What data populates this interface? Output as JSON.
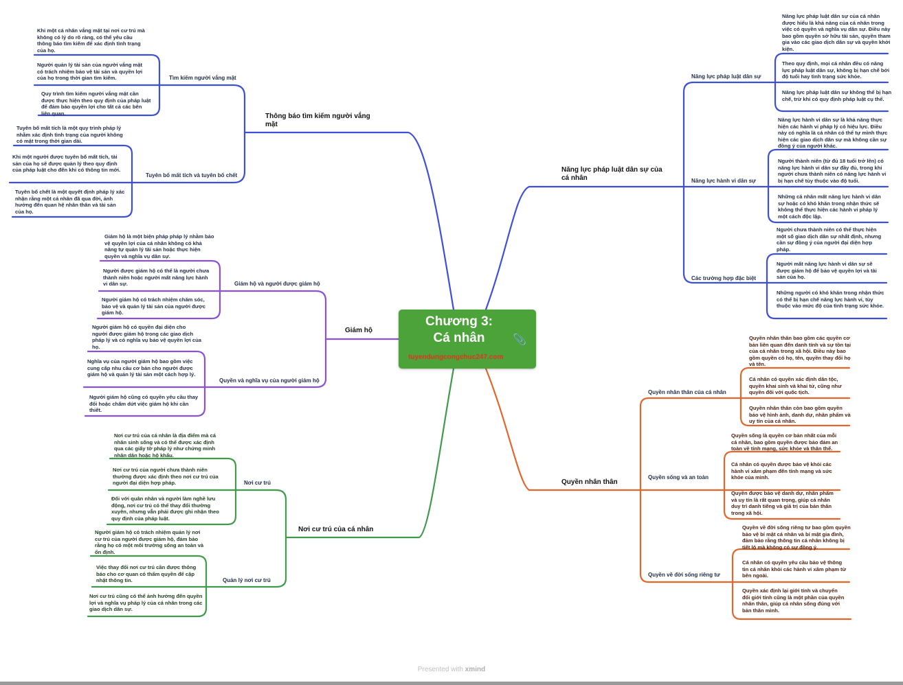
{
  "center": {
    "title_line1": "Chương 3:",
    "title_line2": "Cá nhân",
    "subtitle": "tuyendungcongchuc247.com",
    "icon": "paperclip-icon",
    "color": "#4ba33a"
  },
  "colors": {
    "blue": "#3d4fd8",
    "orange": "#e2662c",
    "purple": "#8a50d6",
    "green": "#3f9a4c"
  },
  "branches": {
    "b1": {
      "title": "Thông báo tìm kiếm người vắng mặt",
      "sub1": {
        "title": "Tìm kiếm người vắng mặt",
        "items": [
          "Khi một cá nhân vắng mặt tại nơi cư trú mà không có lý do rõ ràng, có thể yêu cầu thông báo tìm kiếm để xác định tình trạng của họ.",
          "Người quản lý tài sản của người vắng mặt có trách nhiệm bảo vệ tài sản và quyền lợi của họ trong thời gian tìm kiếm.",
          "Quy trình tìm kiếm người vắng mặt cần được thực hiện theo quy định của pháp luật để đảm bảo quyền lợi cho tất cả các bên liên quan."
        ]
      },
      "sub2": {
        "title": "Tuyên bố mất tích và tuyên bố chết",
        "items": [
          "Tuyên bố mất tích là một quy trình pháp lý nhằm xác định tình trạng của người không có mặt trong thời gian dài.",
          "Khi một người được tuyên bố mất tích, tài sản của họ sẽ được quản lý theo quy định của pháp luật cho đến khi có thông tin mới.",
          "Tuyên bố chết là một quyết định pháp lý xác nhận rằng một cá nhân đã qua đời, ảnh hưởng đến quan hệ nhân thân và tài sản của họ."
        ]
      }
    },
    "b2": {
      "title": "Giám hộ",
      "sub1": {
        "title": "Giám hộ và người được giám hộ",
        "items": [
          "Giám hộ là một biện pháp pháp lý nhằm bảo vệ quyền lợi của cá nhân không có khả năng tự quản lý tài sản hoặc thực hiện quyền và nghĩa vụ dân sự.",
          "Người được giám hộ có thể là người chưa thành niên hoặc người mất năng lực hành vi dân sự.",
          "Người giám hộ có trách nhiệm chăm sóc, bảo vệ và quản lý tài sản của người được giám hộ."
        ]
      },
      "sub2": {
        "title": "Quyền và nghĩa vụ của người giám hộ",
        "items": [
          "Người giám hộ có quyền đại diện cho người được giám hộ trong các giao dịch pháp lý và có nghĩa vụ bảo vệ quyền lợi của họ.",
          "Nghĩa vụ của người giám hộ bao gồm việc cung cấp nhu cầu cơ bản cho người được giám hộ và quản lý tài sản một cách hợp lý.",
          "Người giám hộ cũng có quyền yêu cầu thay đổi hoặc chấm dứt việc giám hộ khi cần thiết."
        ]
      }
    },
    "b3": {
      "title": "Nơi cư trú của cá nhân",
      "sub1": {
        "title": "Nơi cư trú",
        "items": [
          "Nơi cư trú của cá nhân là địa điểm mà cá nhân sinh sống và có thể được xác định qua các giấy tờ pháp lý như chứng minh nhân dân hoặc hộ khẩu.",
          "Nơi cư trú của người chưa thành niên thường được xác định theo nơi cư trú của người đại diện hợp pháp.",
          "Đối với quân nhân và người làm nghề lưu động, nơi cư trú có thể thay đổi thường xuyên, nhưng vẫn phải được ghi nhận theo quy định của pháp luật."
        ]
      },
      "sub2": {
        "title": "Quản lý nơi cư trú",
        "items": [
          "Người giám hộ có trách nhiệm quản lý nơi cư trú của người được giám hộ, đảm bảo rằng họ có một môi trường sống an toàn và ổn định.",
          "Việc thay đổi nơi cư trú cần được thông báo cho cơ quan có thẩm quyền để cập nhật thông tin.",
          "Nơi cư trú cũng có thể ảnh hưởng đến quyền lợi và nghĩa vụ pháp lý của cá nhân trong các giao dịch dân sự."
        ]
      }
    },
    "b4": {
      "title": "Năng lực pháp luật dân sự của cá nhân",
      "sub1": {
        "title": "Năng lực pháp luật dân sự",
        "items": [
          "Năng lực pháp luật dân sự của cá nhân được hiểu là khả năng của cá nhân trong việc có quyền và nghĩa vụ dân sự. Điều này bao gồm quyền sở hữu tài sản, quyền tham gia vào các giao dịch dân sự và quyền khởi kiện.",
          "Theo quy định, mọi cá nhân đều có năng lực pháp luật dân sự, không bị hạn chế bởi độ tuổi hay tình trạng sức khỏe.",
          "Năng lực pháp luật dân sự không thể bị hạn chế, trừ khi có quy định pháp luật cụ thể."
        ]
      },
      "sub2": {
        "title": "Năng lực hành vi dân sự",
        "items": [
          "Năng lực hành vi dân sự là khả năng thực hiện các hành vi pháp lý có hiệu lực. Điều này có nghĩa là cá nhân có thể tự mình thực hiện các giao dịch dân sự mà không cần sự đồng ý của người khác.",
          "Người thành niên (từ đủ 18 tuổi trở lên) có năng lực hành vi dân sự đầy đủ, trong khi người chưa thành niên có năng lực hành vi bị hạn chế tùy thuộc vào độ tuổi.",
          "Những cá nhân mất năng lực hành vi dân sự hoặc có khó khăn trong nhận thức sẽ không thể thực hiện các hành vi pháp lý một cách độc lập."
        ]
      },
      "sub3": {
        "title": "Các trường hợp đặc biệt",
        "items": [
          "Người chưa thành niên có thể thực hiện một số giao dịch dân sự nhất định, nhưng cần sự đồng ý của người đại diện hợp pháp.",
          "Người mất năng lực hành vi dân sự sẽ được giám hộ để bảo vệ quyền lợi và tài sản của họ.",
          "Những người có khó khăn trong nhận thức có thể bị hạn chế năng lực hành vi, tùy thuộc vào mức độ của tình trạng sức khỏe."
        ]
      }
    },
    "b5": {
      "title": "Quyền nhân thân",
      "sub1": {
        "title": "Quyền nhân thân của cá nhân",
        "items": [
          "Quyền nhân thân bao gồm các quyền cơ bản liên quan đến danh tính và sự tồn tại của cá nhân trong xã hội. Điều này bao gồm quyền có họ, tên, quyền thay đổi họ và tên.",
          "Cá nhân có quyền xác định dân tộc, quyền khai sinh và khai tử, cũng như quyền đối với quốc tịch.",
          "Quyền nhân thân còn bao gồm quyền bảo vệ hình ảnh, danh dự, nhân phẩm và uy tín của cá nhân."
        ]
      },
      "sub2": {
        "title": "Quyền sống và an toàn",
        "items": [
          "Quyền sống là quyền cơ bản nhất của mỗi cá nhân, bao gồm quyền được bảo đảm an toàn về tính mạng, sức khỏe và thân thể.",
          "Cá nhân có quyền được bảo vệ khỏi các hành vi xâm phạm đến tính mạng và sức khỏe của mình.",
          "Quyền được bảo vệ danh dự, nhân phẩm và uy tín là rất quan trọng, giúp cá nhân duy trì danh tiếng và giá trị của bản thân trong xã hội."
        ]
      },
      "sub3": {
        "title": "Quyền về đời sống riêng tư",
        "items": [
          "Quyền về đời sống riêng tư bao gồm quyền bảo vệ bí mật cá nhân và bí mật gia đình, đảm bảo rằng thông tin cá nhân không bị tiết lộ mà không có sự đồng ý.",
          "Cá nhân có quyền yêu cầu bảo vệ thông tin cá nhân khỏi các hành vi xâm phạm từ bên ngoài.",
          "Quyền xác định lại giới tính và chuyển đổi giới tính cũng là một phần của quyền nhân thân, giúp cá nhân sống đúng với bản thân mình."
        ]
      }
    }
  },
  "footer": {
    "prefix": "Presented with",
    "brand": "xmind"
  }
}
